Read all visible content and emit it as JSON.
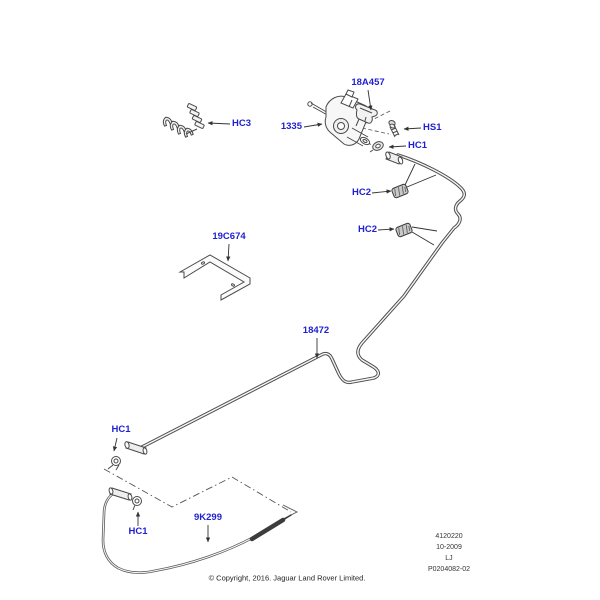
{
  "document": {
    "type": "parts-diagram",
    "background": "#ffffff"
  },
  "colors": {
    "callout_blue": "#1f1fd3",
    "tube_gray": "#4f4f4f",
    "leader_gray": "#333333",
    "footer_text": "#333333"
  },
  "callouts": [
    {
      "text": "HC3"
    },
    {
      "text": "18A457"
    },
    {
      "text": "1335"
    },
    {
      "text": "HS1"
    },
    {
      "text": "HC1"
    },
    {
      "text": "HC2"
    },
    {
      "text": "HC2"
    },
    {
      "text": "19C674"
    },
    {
      "text": "18472"
    },
    {
      "text": "HC1"
    },
    {
      "text": "HC1"
    },
    {
      "text": "9K299"
    }
  ],
  "footer": {
    "doc_lines": [
      "4120220",
      "10-2009",
      "LJ",
      "P0204082-02"
    ],
    "copyright": "© Copyright, 2016. Jaguar Land Rover Limited."
  }
}
